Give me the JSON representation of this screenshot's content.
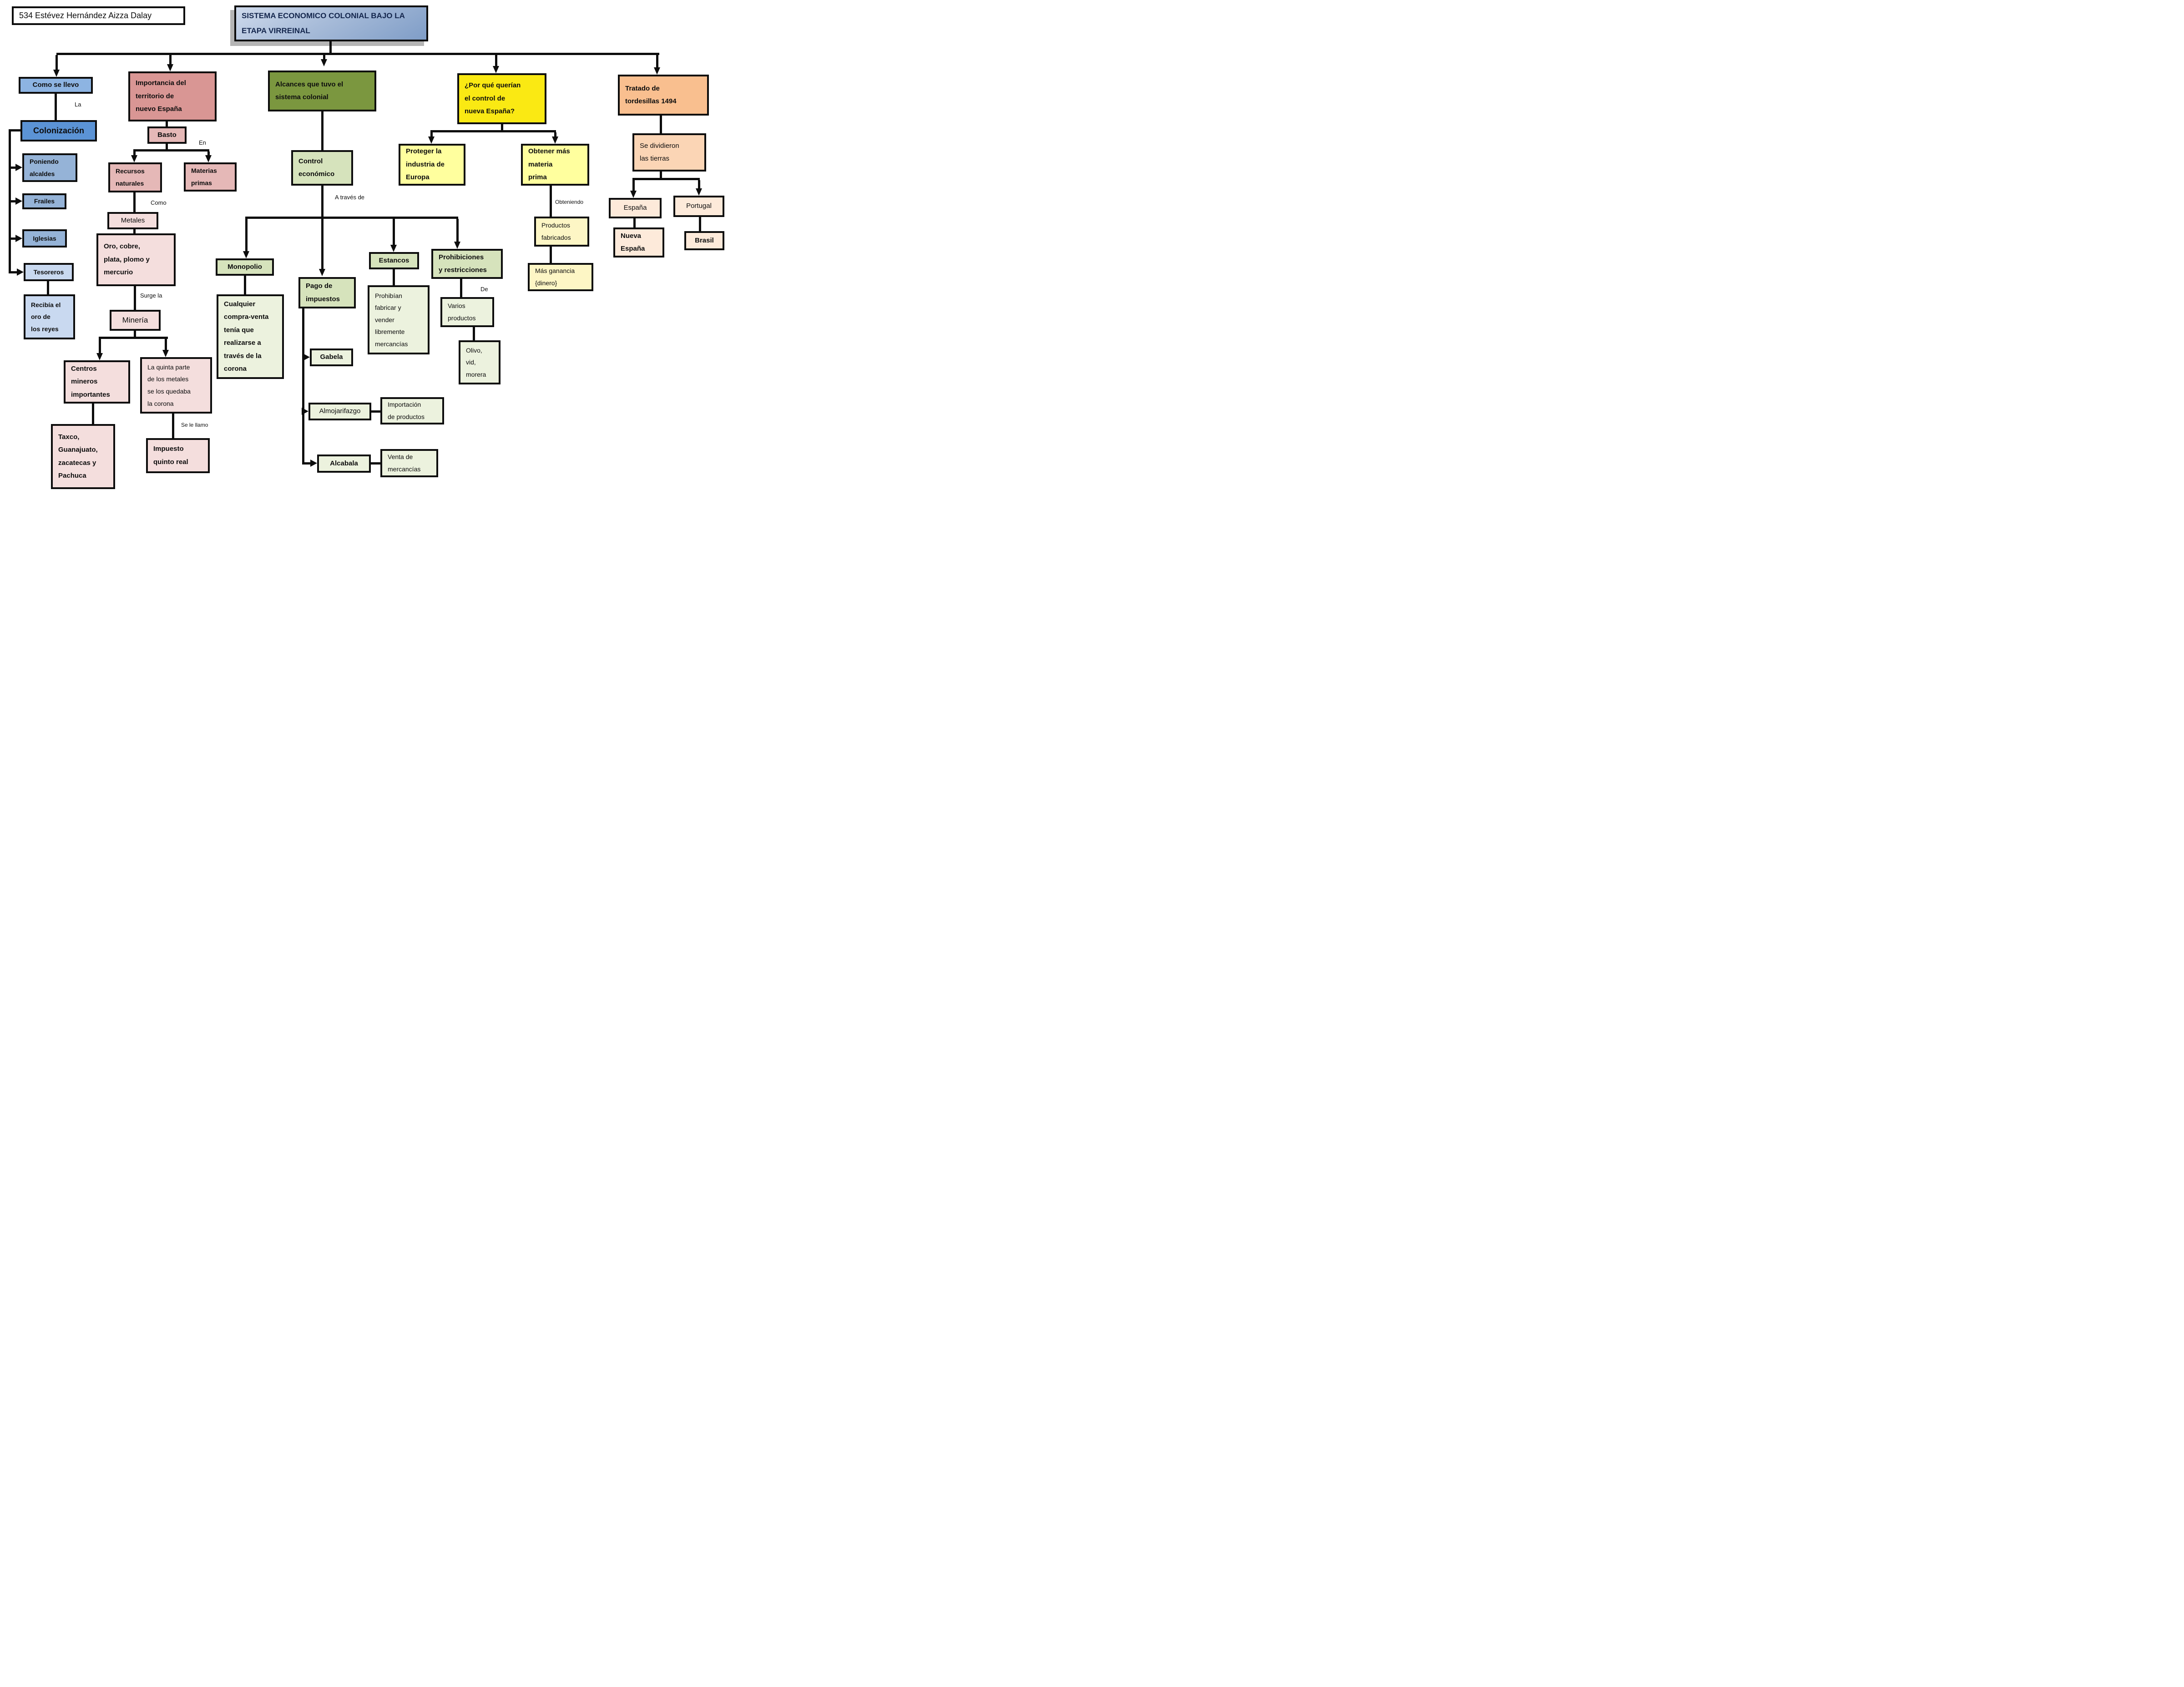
{
  "student_box": "534 Estévez Hernández Aizza Dalay",
  "root_title": "SISTEMA ECONOMICO COLONIAL BAJO LA\nETAPA VIRREINAL",
  "colors": {
    "root_gradient_top": "#cfdaec",
    "root_gradient_bottom": "#7f9dc7",
    "blue_header": "#8db4e2",
    "blue_main": "#5b93d5",
    "blue_item": "#95b3d7",
    "blue_light": "#c9d9f0",
    "rose": "#d99694",
    "pink": "#e5b8b7",
    "pink_light": "#f4dedd",
    "olive": "#7b973f",
    "green": "#d6e3bc",
    "green_light": "#ecf2de",
    "yellow_bright": "#fae913",
    "yellow_light": "#ffff9e",
    "cream": "#fdf6c5",
    "orange": "#f9bf8f",
    "orange_mid": "#fbd5b5",
    "peach": "#fdeada",
    "line": "#0d0d0d"
  },
  "branches": {
    "colonizacion": {
      "header": "Como se llevo",
      "edge": "La",
      "concept": "Colonización",
      "medios": [
        "Poniendo\nalcaldes",
        "Frailes",
        "Iglesias",
        "Tesoreros"
      ],
      "tesoreros_detalle": "Recibía el\noro de\nlos reyes"
    },
    "territorio": {
      "header": "Importancia del\nterritorio de\nnuevo España",
      "basto": "Basto",
      "edge_en": "En",
      "recursos": "Recursos\nnaturales",
      "materias": "Materias\nprimas",
      "edge_como": "Como",
      "metales": "Metales",
      "metales_lista": "Oro, cobre,\nplata, plomo y\nmercurio",
      "edge_surge": "Surge la",
      "mineria": "Minería",
      "centros": "Centros\nmineros\nimportantes",
      "centros_lista": "Taxco,\nGuanajuato,\nzacatecas y\nPachuca",
      "quinta": "La quinta parte\nde los metales\nse los quedaba\nla corona",
      "edge_llamo": "Se le llamo",
      "impuesto": "Impuesto\nquinto real"
    },
    "alcances": {
      "header": "Alcances que tuvo el\nsistema colonial",
      "control": "Control\neconómico",
      "edge": "A través de",
      "monopolio": "Monopolio",
      "monopolio_detalle": "Cualquier\ncompra-venta\ntenía que\nrealizarse a\ntravés de la\ncorona",
      "pago": "Pago de\nimpuestos",
      "impuestos": [
        "Gabela",
        "Almojarifazgo",
        "Alcabala"
      ],
      "almojarifazgo_detalle": "Importación\nde productos",
      "alcabala_detalle": "Venta de\nmercancías",
      "estancos": "Estancos",
      "estancos_detalle": "Prohibían\nfabricar y\nvender\nlibremente\nmercancías",
      "prohibiciones": "Prohibiciones\ny restricciones",
      "edge_de": "De",
      "varios": "Varios\nproductos",
      "olivo": "Olivo,\nvid,\nmorera"
    },
    "control_razones": {
      "header": "¿Por qué querían\nel control de\nnueva España?",
      "proteger": "Proteger la\nindustria de\nEuropa",
      "obtener": "Obtener más\nmateria\nprima",
      "edge": "Obteniendo",
      "productos": "Productos\nfabricados",
      "ganancia": "Más ganancia\n{dinero}"
    },
    "tratado": {
      "header": "Tratado de\ntordesillas 1494",
      "division": "Se dividieron\nlas tierras",
      "espana": "España",
      "portugal": "Portugal",
      "nueva_espana": "Nueva\nEspaña",
      "brasil": "Brasil"
    }
  }
}
